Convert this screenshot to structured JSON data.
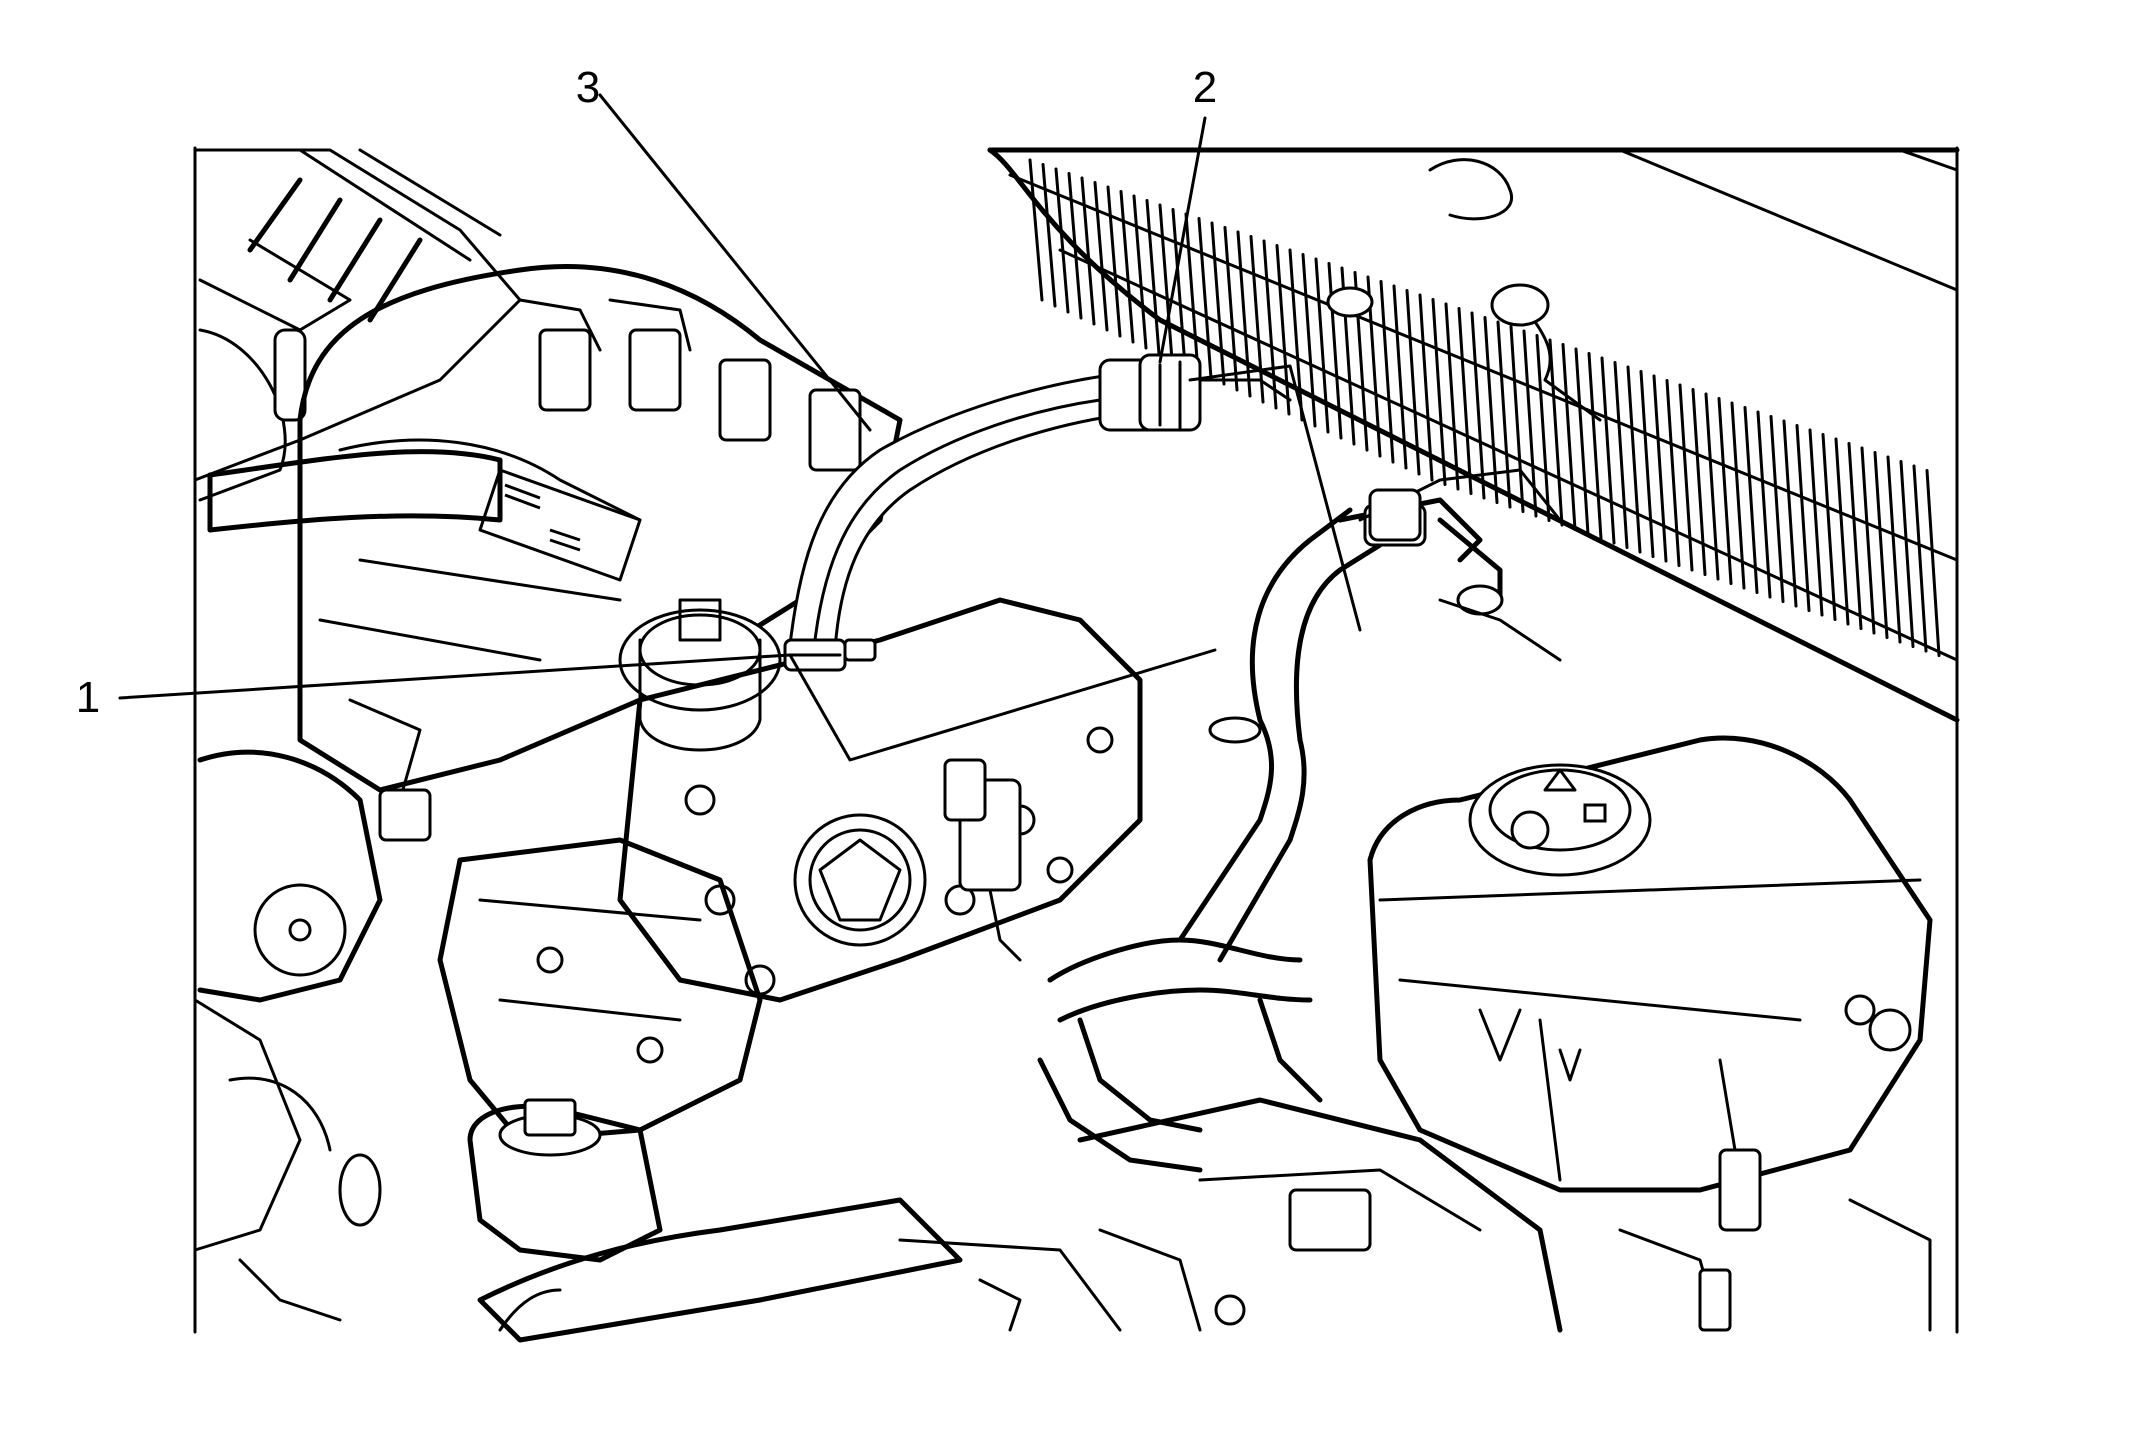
{
  "diagram": {
    "callouts": [
      {
        "id": "1",
        "label": "1"
      },
      {
        "id": "2",
        "label": "2"
      },
      {
        "id": "3",
        "label": "3"
      }
    ],
    "stroke_color": "#000000",
    "background_color": "#ffffff"
  }
}
